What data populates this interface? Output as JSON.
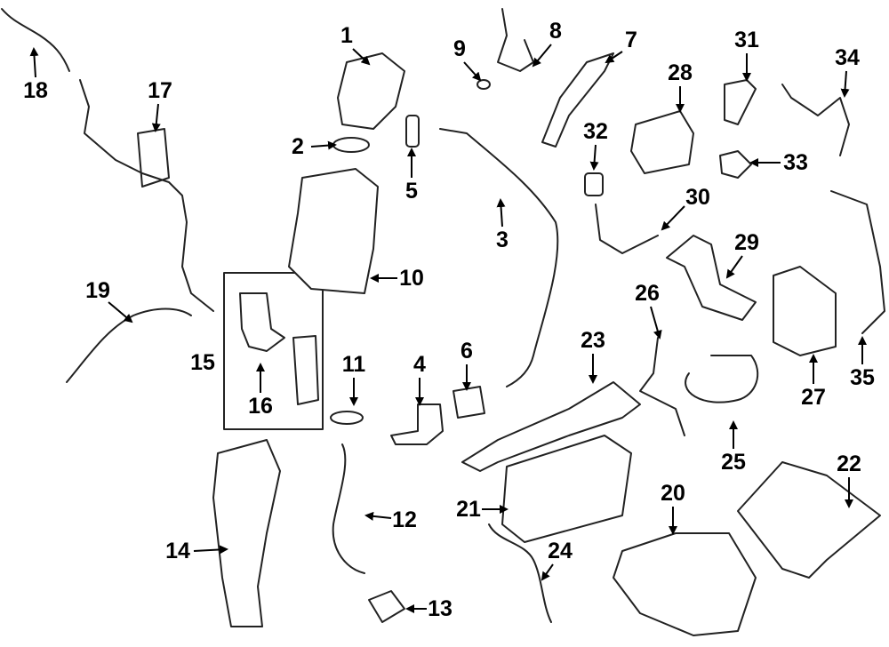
{
  "diagram": {
    "callouts": [
      "1",
      "2",
      "3",
      "4",
      "5",
      "6",
      "7",
      "8",
      "9",
      "10",
      "11",
      "12",
      "13",
      "14",
      "15",
      "16",
      "17",
      "18",
      "19",
      "20",
      "21",
      "22",
      "23",
      "24",
      "25",
      "26",
      "27",
      "28",
      "29",
      "30",
      "31",
      "32",
      "33",
      "34",
      "35"
    ],
    "line_color": "#222222",
    "background": "#ffffff"
  }
}
